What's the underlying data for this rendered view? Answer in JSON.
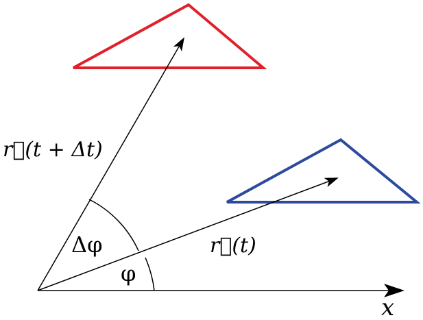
{
  "labels": {
    "r_t_dt": "r⃗(t + Δt)",
    "r_t": "r⃗(t)",
    "delta_phi": "Δφ",
    "phi": "φ",
    "x_axis": "x"
  },
  "colors": {
    "red_triangle": "#e0202a",
    "blue_triangle": "#2c4a9e",
    "lines": "#000000"
  }
}
